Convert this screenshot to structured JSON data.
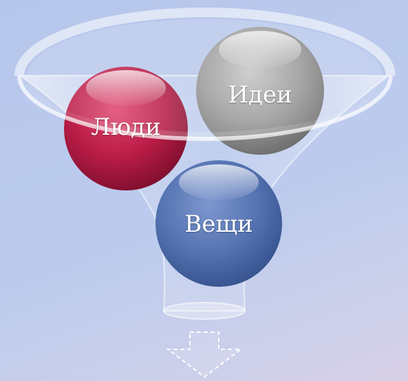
{
  "diagram": {
    "type": "funnel",
    "items": [
      {
        "id": "people",
        "label": "Люди",
        "color": "#c0244f"
      },
      {
        "id": "ideas",
        "label": "Идеи",
        "color": "#9e9e9e"
      },
      {
        "id": "things",
        "label": "Вещи",
        "color": "#5b78b5"
      }
    ],
    "output_arrow": {
      "style": "dashed",
      "direction": "down"
    }
  },
  "colors": {
    "background": "#b9c9ec",
    "funnel_glass": "#e6ecfa",
    "arrow_stroke": "#ffffff"
  }
}
